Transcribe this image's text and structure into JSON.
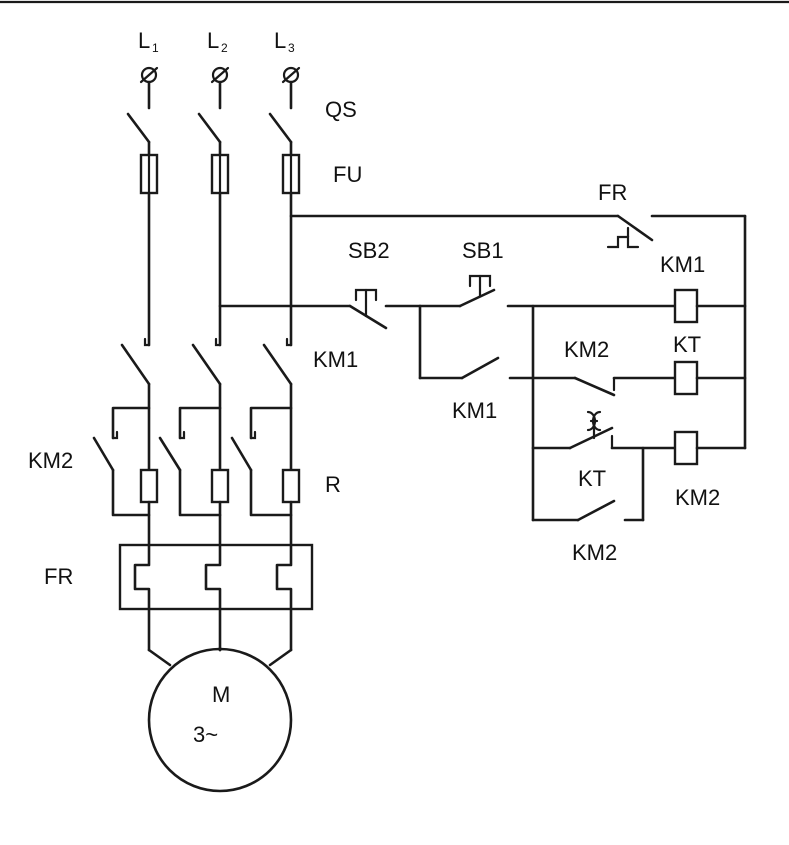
{
  "labels": {
    "l1_main": "L",
    "l1_sub": "1",
    "l2_main": "L",
    "l2_sub": "2",
    "l3_main": "L",
    "l3_sub": "3",
    "qs": "QS",
    "fu": "FU",
    "fr_control": "FR",
    "sb2": "SB2",
    "sb1": "SB1",
    "km1_coil": "KM1",
    "km1_main": "KM1",
    "km1_hold": "KM1",
    "km2_nc": "KM2",
    "kt_coil": "KT",
    "kt_contact": "KT",
    "km2_coil": "KM2",
    "km2_hold": "KM2",
    "km2_main": "KM2",
    "r": "R",
    "fr_main": "FR",
    "motor_m": "M",
    "motor_type": "3~"
  }
}
